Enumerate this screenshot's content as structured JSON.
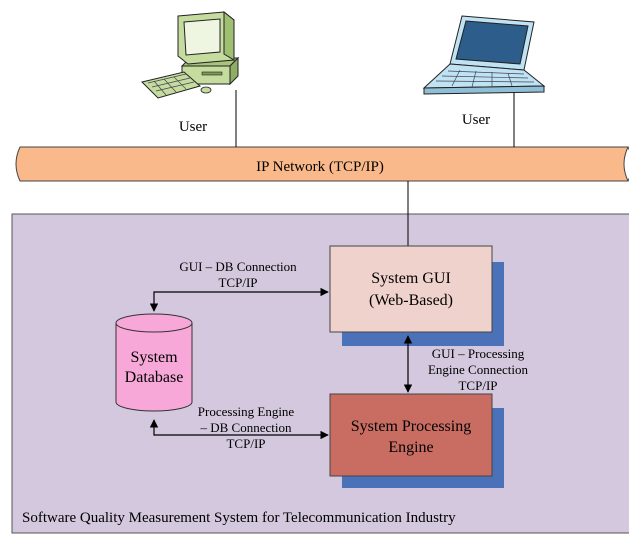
{
  "network": {
    "label": "IP Network (TCP/IP)"
  },
  "users": [
    {
      "label": "User"
    },
    {
      "label": "User"
    }
  ],
  "gui": {
    "line1": "System GUI",
    "line2": "(Web-Based)"
  },
  "database": {
    "line1": "System",
    "line2": "Database"
  },
  "engine": {
    "line1": "System Processing",
    "line2": "Engine"
  },
  "connections": {
    "gui_db": {
      "line1": "GUI – DB Connection",
      "line2": "TCP/IP"
    },
    "gui_engine": {
      "line1": "GUI – Processing",
      "line2": "Engine Connection",
      "line3": "TCP/IP"
    },
    "engine_db": {
      "line1": "Processing Engine",
      "line2": "– DB Connection",
      "line3": "TCP/IP"
    }
  },
  "system": {
    "caption": "Software Quality Measurement System for Telecommunication Industry"
  },
  "colors": {
    "network_fill": "#f9b98a",
    "system_fill": "#d3c8de",
    "gui_fill": "#f0d2cc",
    "engine_fill": "#c96d63",
    "shadow": "#4b72b8",
    "database_fill": "#f7a8d9",
    "desktop_fill": "#c5dc9e",
    "laptop_fill": "#bfe3f3"
  }
}
